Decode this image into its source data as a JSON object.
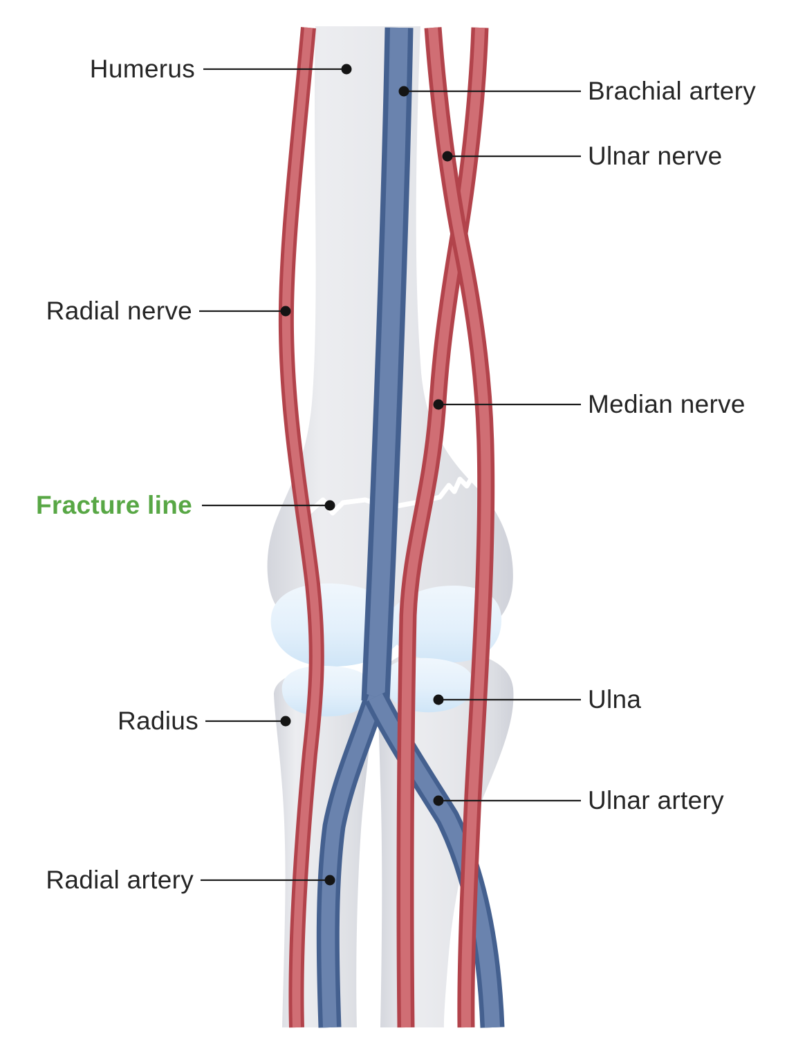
{
  "labels": [
    {
      "id": "humerus",
      "text": "Humerus",
      "side": "left",
      "points_to": "humerus-bone"
    },
    {
      "id": "brachial-artery",
      "text": "Brachial artery",
      "side": "right",
      "points_to": "brachial-artery-vessel"
    },
    {
      "id": "ulnar-nerve",
      "text": "Ulnar nerve",
      "side": "right",
      "points_to": "ulnar-nerve-vessel"
    },
    {
      "id": "radial-nerve",
      "text": "Radial nerve",
      "side": "left",
      "points_to": "radial-nerve-vessel"
    },
    {
      "id": "median-nerve",
      "text": "Median nerve",
      "side": "right",
      "points_to": "median-nerve-vessel"
    },
    {
      "id": "fracture-line",
      "text": "Fracture line",
      "side": "left",
      "points_to": "fracture-line-mark",
      "emphasis": true
    },
    {
      "id": "ulna",
      "text": "Ulna",
      "side": "right",
      "points_to": "ulna-bone"
    },
    {
      "id": "radius",
      "text": "Radius",
      "side": "left",
      "points_to": "radius-bone"
    },
    {
      "id": "ulnar-artery",
      "text": "Ulnar artery",
      "side": "right",
      "points_to": "ulnar-artery-vessel"
    },
    {
      "id": "radial-artery",
      "text": "Radial artery",
      "side": "left",
      "points_to": "radial-artery-vessel"
    }
  ],
  "colors": {
    "background": "#FFFFFF",
    "label_text": "#252525",
    "fracture_label_green": "#58A745",
    "leader_line": "#1C1C1C",
    "leader_dot": "#141414",
    "bone_light": "#EBECEF",
    "bone_shade": "#D2D4DB",
    "cartilage_light": "#EFF6FD",
    "cartilage_shade": "#CFE5F7",
    "artery_blue_outer": "#44608F",
    "artery_blue_inner": "#6A83AE",
    "nerve_red_outer": "#B2434B",
    "nerve_red_inner": "#D06E74",
    "fracture_line_white": "#FFFFFF"
  }
}
